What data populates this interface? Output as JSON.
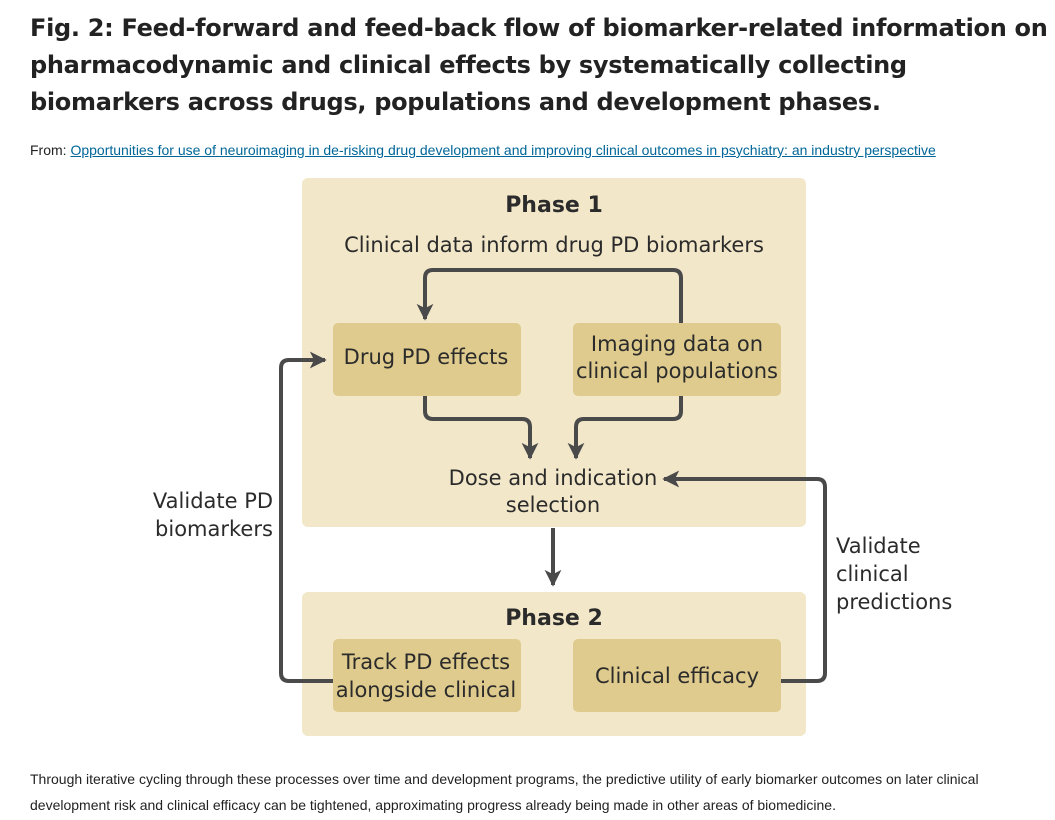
{
  "figure": {
    "title": "Fig. 2: Feed-forward and feed-back flow of biomarker-related information on pharmacodynamic and clinical effects by systematically collecting biomarkers across drugs, populations and development phases.",
    "from_prefix": "From: ",
    "source_link": "Opportunities for use of neuroimaging in de-risking drug development and improving clinical outcomes in psychiatry: an industry perspective",
    "caption": "Through iterative cycling through these processes over time and development programs, the predictive utility of early biomarker outcomes on later clinical development risk and clinical efficacy can be tightened, approximating progress already being made in other areas of biomedicine."
  },
  "diagram": {
    "phase1": {
      "label": "Phase 1",
      "subtitle": "Clinical data inform drug PD biomarkers",
      "box_pd": "Drug PD effects",
      "box_imaging_1": "Imaging data on",
      "box_imaging_2": "clinical populations",
      "dose_1": "Dose and indication",
      "dose_2": "selection"
    },
    "phase2": {
      "label": "Phase 2",
      "box_track_1": "Track PD effects",
      "box_track_2": "alongside clinical",
      "box_efficacy": "Clinical efficacy"
    },
    "left_label_1": "Validate PD",
    "left_label_2": "biomarkers",
    "right_label_1": "Validate",
    "right_label_2": "clinical",
    "right_label_3": "predictions"
  },
  "colors": {
    "panel": "#f2e7c9",
    "box": "#dfcb8d",
    "arrow": "#4a4a4a",
    "link": "#006699"
  }
}
